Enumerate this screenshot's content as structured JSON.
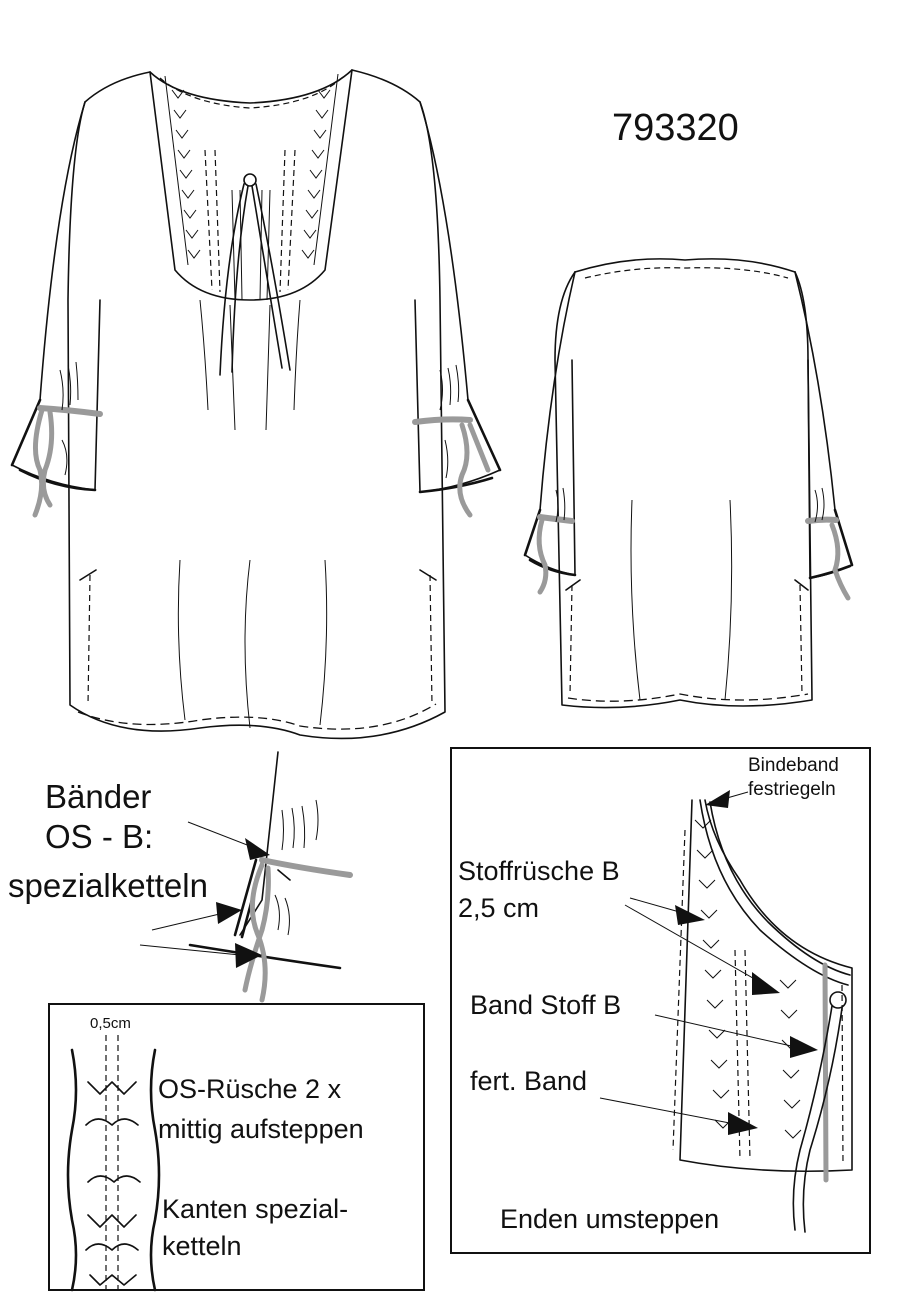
{
  "model_number": "793320",
  "detail_cuff": {
    "line1": "Bänder",
    "line2": "OS - B:",
    "line3": "spezialketteln"
  },
  "detail_ruffle": {
    "measure": "0,5cm",
    "note1_line1": "OS-Rüsche 2 x",
    "note1_line2": "mittig aufsteppen",
    "note2_line1": "Kanten spezial-",
    "note2_line2": "ketteln"
  },
  "detail_placket": {
    "note_top_line1": "Bindeband",
    "note_top_line2": "festriegeln",
    "ruffle_label_line1": "Stoffrüsche B",
    "ruffle_label_line2": "2,5 cm",
    "band_label": "Band Stoff B",
    "finished_band_label": "fert. Band",
    "ends_label": "Enden umsteppen"
  },
  "colors": {
    "ink": "#111111",
    "tie_gray": "#9a9a9a"
  }
}
